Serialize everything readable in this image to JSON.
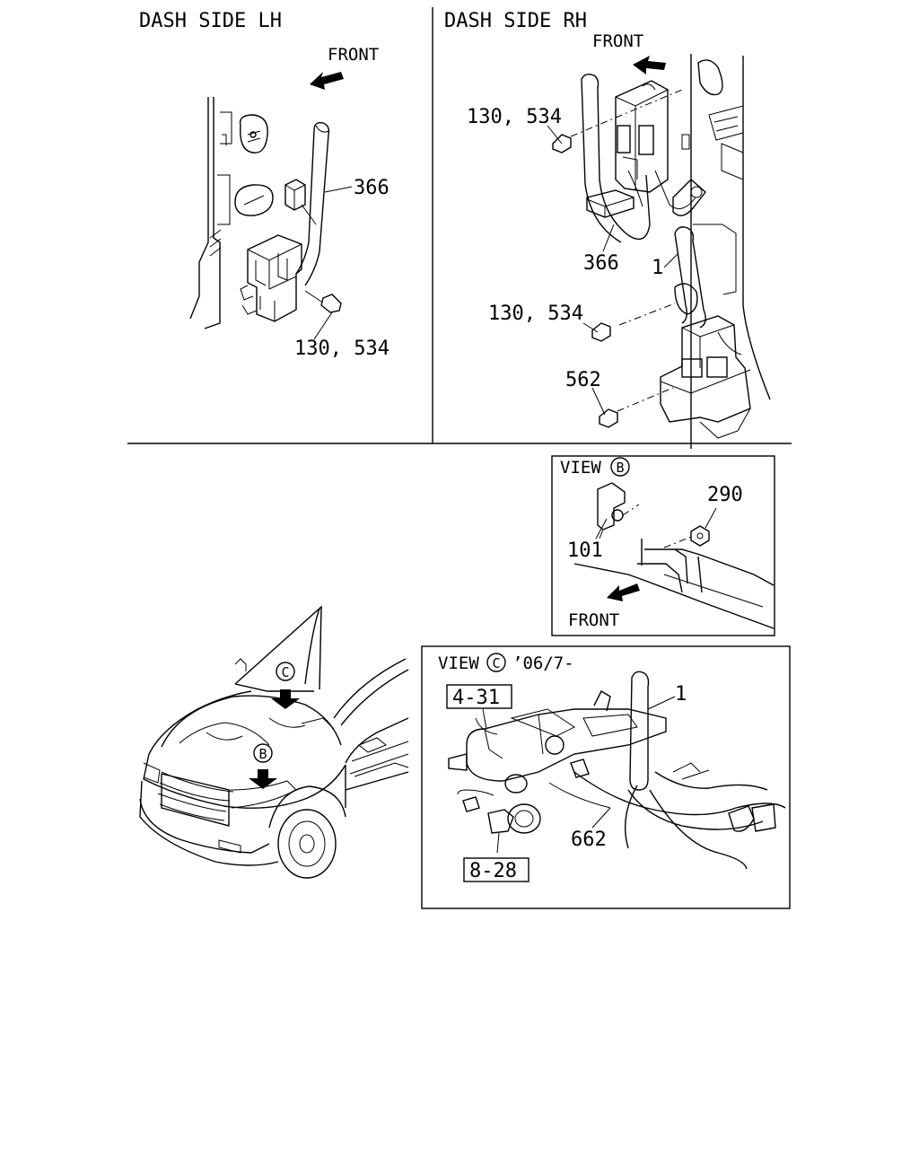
{
  "panels": {
    "dash_lh": {
      "title": "DASH SIDE LH",
      "front": "FRONT",
      "labels": [
        "366",
        "130, 534"
      ]
    },
    "dash_rh": {
      "title": "DASH SIDE RH",
      "front": "FRONT",
      "labels": [
        "130, 534",
        "366",
        "1",
        "130, 534",
        "562"
      ]
    },
    "view_b": {
      "title": "VIEW",
      "letter": "B",
      "front": "FRONT",
      "labels": [
        "290",
        "101"
      ]
    },
    "view_c": {
      "title": "VIEW",
      "letter": "C",
      "date": "’06/7-",
      "labels": [
        "1",
        "662"
      ],
      "ref_boxes": [
        "4-31",
        "8-28"
      ]
    },
    "vehicle": {
      "markers": [
        "C",
        "B"
      ]
    }
  }
}
